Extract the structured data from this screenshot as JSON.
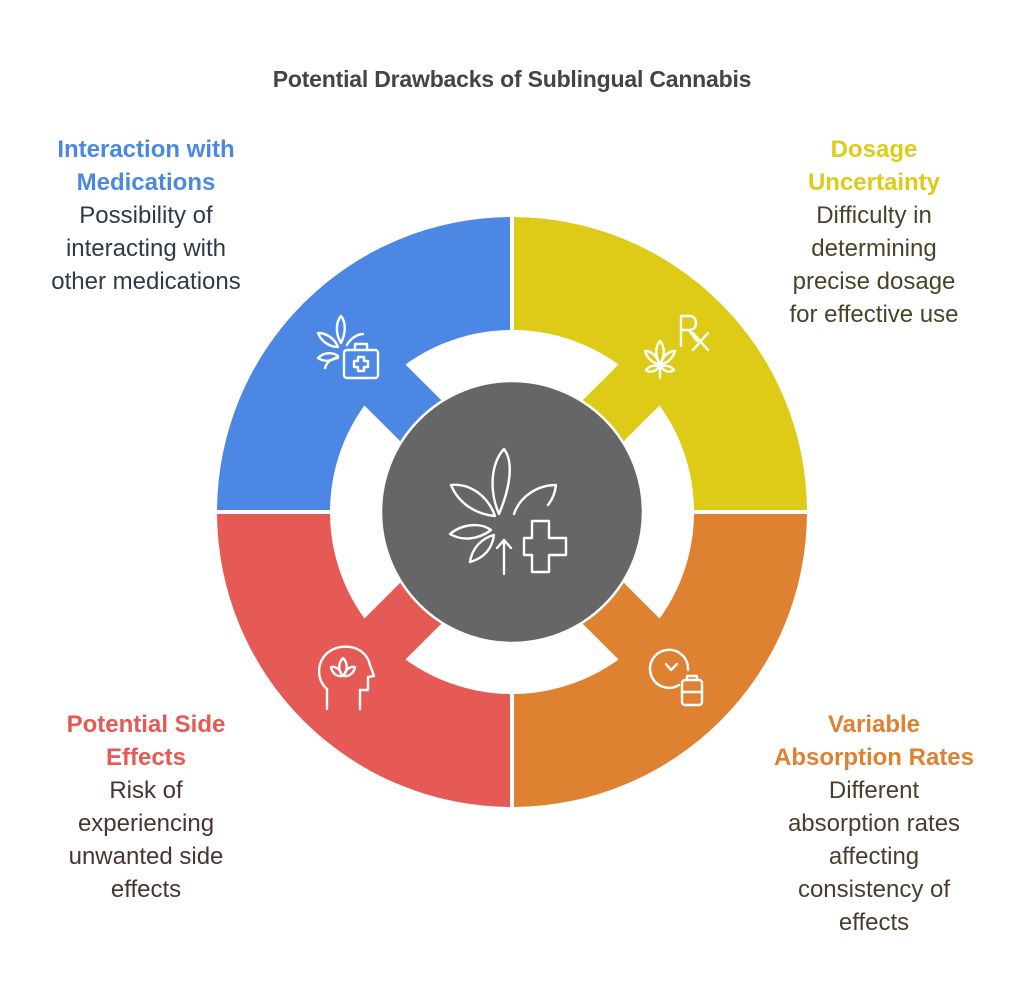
{
  "title": "Potential Drawbacks of Sublingual Cannabis",
  "center": {
    "icon": "cannabis-leaf-medical-cross-icon",
    "color": "#666666"
  },
  "segments": [
    {
      "position": "top-left",
      "heading": "Interaction with Medications",
      "heading_lines": [
        "Interaction with",
        "Medications"
      ],
      "body_lines": [
        "Possibility of",
        "interacting with",
        "other medications"
      ],
      "description": "Possibility of interacting with other medications",
      "icon": "cannabis-first-aid-kit-icon",
      "color": "#4C88E3",
      "text_color": "#2E3A4C"
    },
    {
      "position": "top-right",
      "heading": "Dosage Uncertainty",
      "heading_lines": [
        "Dosage",
        "Uncertainty"
      ],
      "body_lines": [
        "Difficulty in",
        "determining",
        "precise dosage",
        "for effective use"
      ],
      "description": "Difficulty in determining precise dosage for effective use",
      "icon": "cannabis-prescription-icon",
      "color": "#DECB18",
      "text_color": "#48442A"
    },
    {
      "position": "bottom-left",
      "heading": "Potential Side Effects",
      "heading_lines": [
        "Potential Side",
        "Effects"
      ],
      "body_lines": [
        "Risk of",
        "experiencing",
        "unwanted side",
        "effects"
      ],
      "description": "Risk of experiencing unwanted side effects",
      "icon": "head-lotus-icon",
      "color": "#E55A55",
      "text_color": "#4A3333"
    },
    {
      "position": "bottom-right",
      "heading": "Variable Absorption Rates",
      "heading_lines": [
        "Variable",
        "Absorption Rates"
      ],
      "body_lines": [
        "Different",
        "absorption rates",
        "affecting",
        "consistency of",
        "effects"
      ],
      "description": "Different absorption rates affecting consistency of effects",
      "icon": "clock-battery-icon",
      "color": "#DE8232",
      "text_color": "#4A3D30"
    }
  ]
}
